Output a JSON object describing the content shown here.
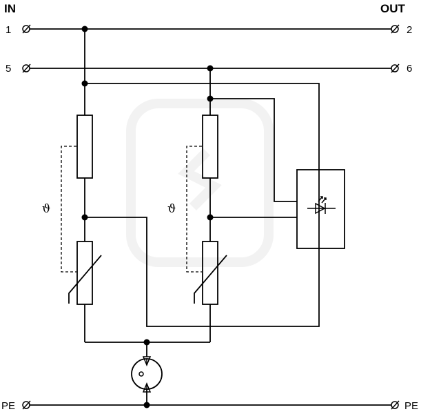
{
  "header": {
    "in_label": "IN",
    "out_label": "OUT"
  },
  "terminals": {
    "t1": "1",
    "t2": "2",
    "t5": "5",
    "t6": "6",
    "pe_left": "PE",
    "pe_right": "PE"
  },
  "symbols": {
    "thermal_left": "ϑ",
    "thermal_right": "ϑ"
  },
  "colors": {
    "line": "#000000",
    "background": "#ffffff",
    "watermark": "#f2f2f2"
  }
}
